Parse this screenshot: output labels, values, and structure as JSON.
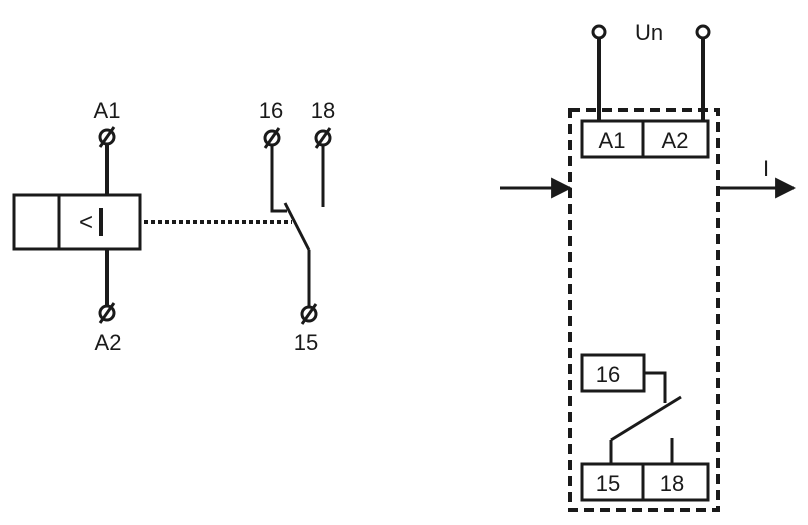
{
  "schematic": {
    "coil_terminal_top": "A1",
    "coil_terminal_bottom": "A2",
    "coil_symbol": "<",
    "contact_terminal_nc": "16",
    "contact_terminal_no": "18",
    "contact_terminal_common": "15"
  },
  "wiring": {
    "supply_label": "Un",
    "current_label": "I",
    "terminal_a1": "A1",
    "terminal_a2": "A2",
    "terminal_16": "16",
    "terminal_15": "15",
    "terminal_18": "18"
  },
  "colors": {
    "ink": "#1a1a1a",
    "background": "#ffffff"
  }
}
